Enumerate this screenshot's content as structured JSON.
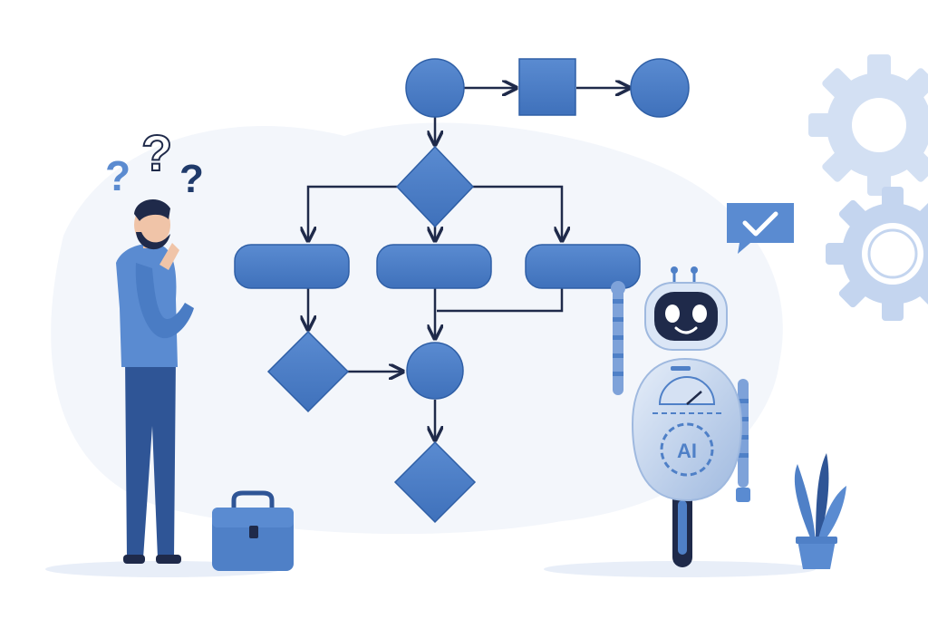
{
  "illustration": {
    "robot": {
      "chest_label": "AI"
    },
    "question_marks": [
      "?",
      "?",
      "?"
    ],
    "icons": [
      "question-mark-icon",
      "checkmark-icon",
      "gear-icon",
      "briefcase-icon",
      "plant-icon"
    ]
  },
  "flowchart": {
    "nodes": [
      {
        "id": "start",
        "shape": "circle"
      },
      {
        "id": "process-top",
        "shape": "square"
      },
      {
        "id": "end-top",
        "shape": "circle"
      },
      {
        "id": "decision-main",
        "shape": "diamond"
      },
      {
        "id": "process-left",
        "shape": "rounded-rect"
      },
      {
        "id": "process-middle",
        "shape": "rounded-rect"
      },
      {
        "id": "process-right",
        "shape": "rounded-rect"
      },
      {
        "id": "decision-left",
        "shape": "diamond"
      },
      {
        "id": "merge",
        "shape": "circle"
      },
      {
        "id": "decision-bottom",
        "shape": "diamond"
      }
    ],
    "edges": [
      {
        "from": "start",
        "to": "process-top"
      },
      {
        "from": "process-top",
        "to": "end-top"
      },
      {
        "from": "start",
        "to": "decision-main"
      },
      {
        "from": "decision-main",
        "to": "process-left"
      },
      {
        "from": "decision-main",
        "to": "process-middle"
      },
      {
        "from": "decision-main",
        "to": "process-right"
      },
      {
        "from": "process-left",
        "to": "decision-left"
      },
      {
        "from": "decision-left",
        "to": "merge"
      },
      {
        "from": "process-middle",
        "to": "merge"
      },
      {
        "from": "process-right",
        "to": "merge"
      },
      {
        "from": "merge",
        "to": "decision-bottom"
      }
    ]
  },
  "colors": {
    "node_fill": "#4f80c7",
    "node_stroke": "#2f5fa6",
    "arrow": "#1f2a4a",
    "gear": "#c9d8ef",
    "background_blob": "#f1f5fb"
  }
}
